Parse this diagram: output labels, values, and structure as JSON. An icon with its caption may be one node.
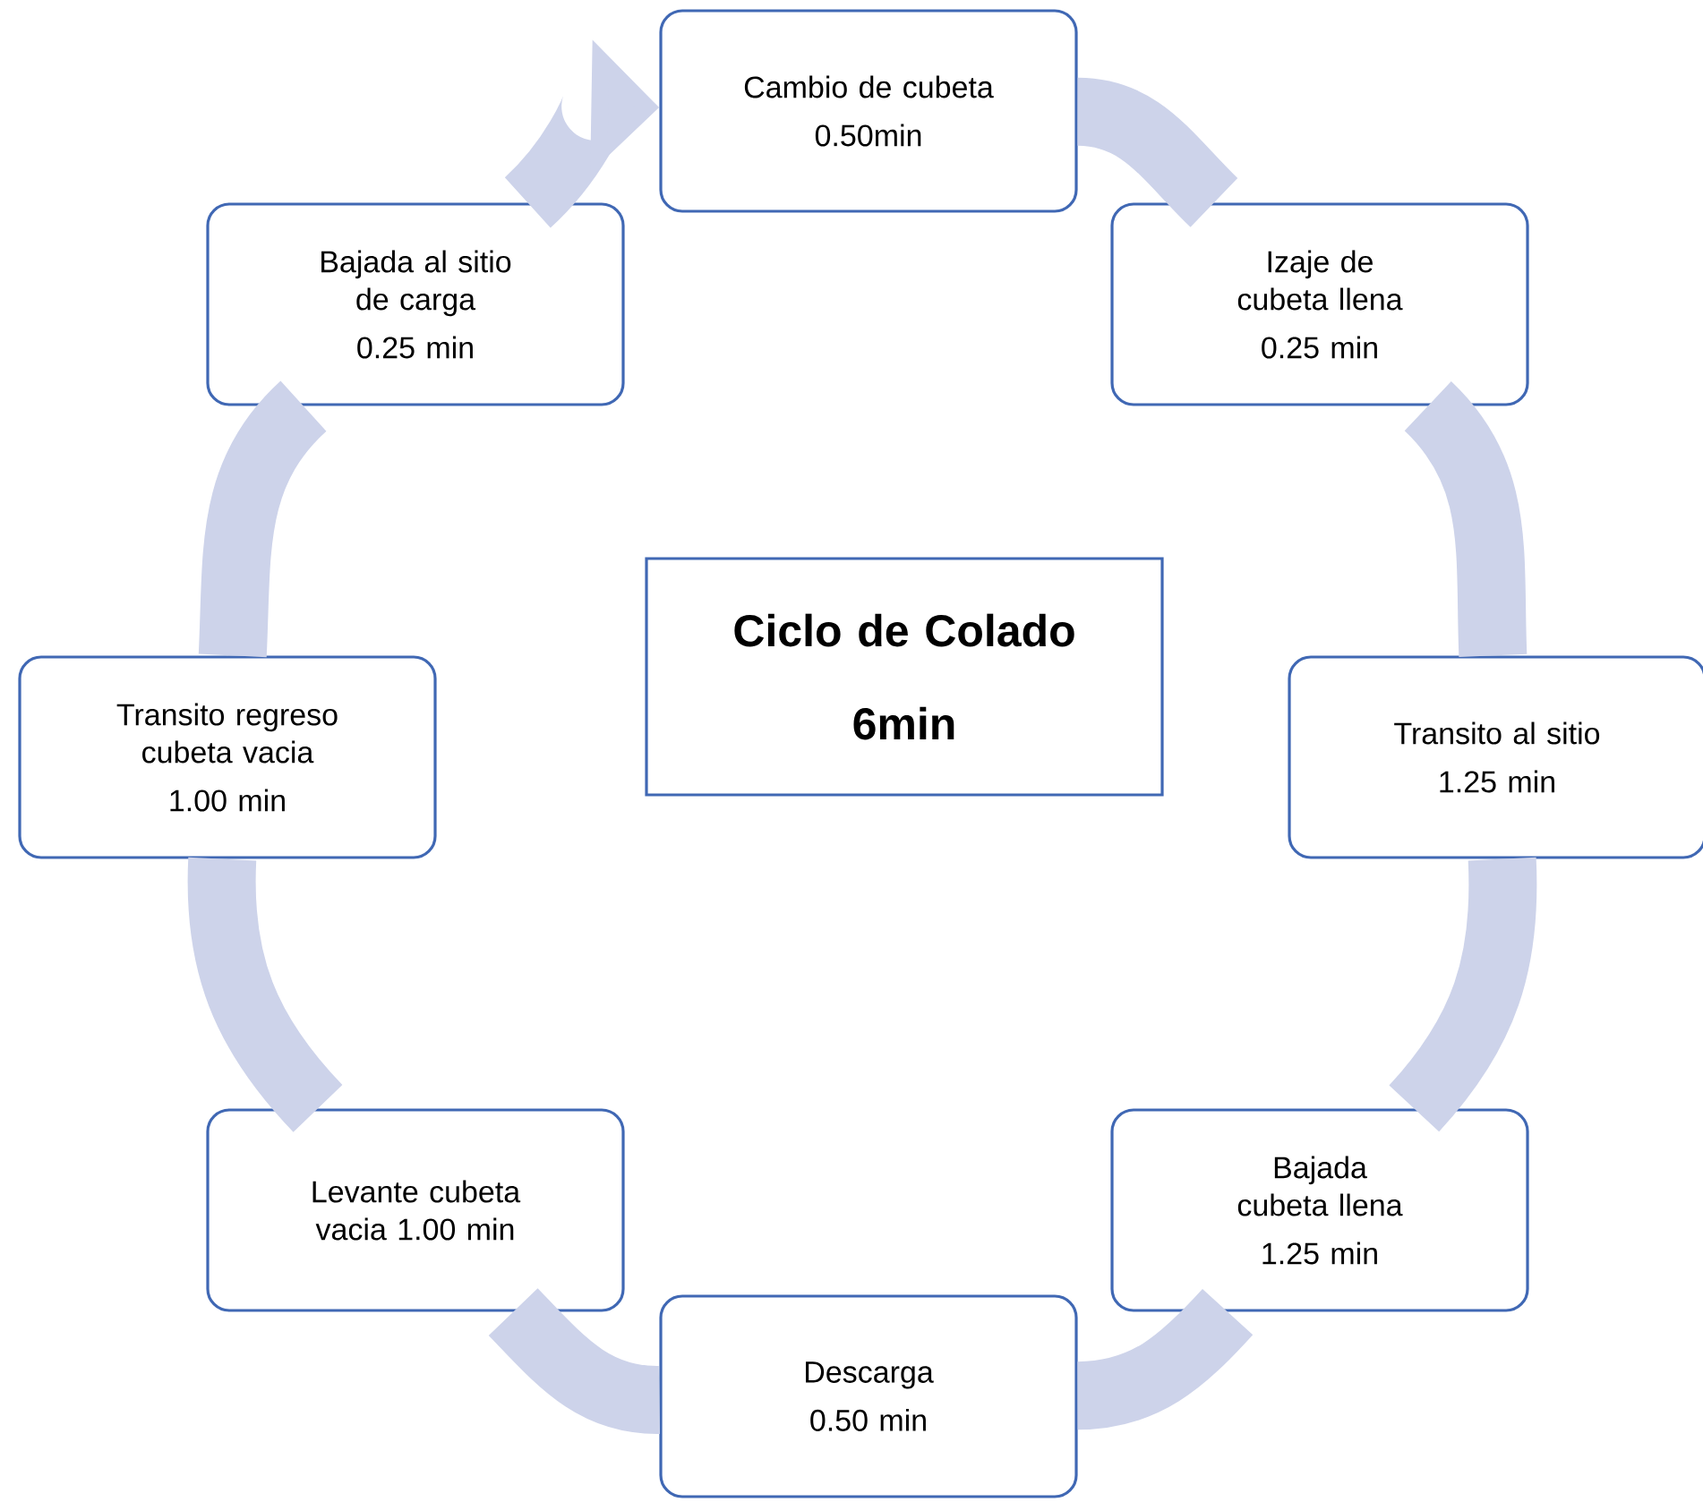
{
  "diagram": {
    "nodes": [
      {
        "text": [
          "Cambio de cubeta",
          "0.50min"
        ]
      },
      {
        "text": [
          "Izaje de cubeta llena",
          "0.25 min"
        ]
      },
      {
        "text": [
          "Transito al sitio",
          "1.25 min"
        ]
      },
      {
        "text": [
          "Bajada cubeta llena",
          "1.25 min"
        ]
      },
      {
        "text": [
          "Descarga",
          "0.50 min"
        ]
      },
      {
        "text": [
          "Levante cubeta vacia 1.00 min"
        ]
      },
      {
        "text": [
          "Transito regreso cubeta vacia",
          "1.00 min"
        ]
      },
      {
        "text": [
          "Bajada al sitio de carga",
          "0.25 min"
        ]
      },
      {
        "text": [
          "Ciclo de Colado",
          "6min"
        ]
      }
    ],
    "edges": [
      {
        "from": 0,
        "to": 1,
        "arrow": "none"
      },
      {
        "from": 1,
        "to": 2,
        "arrow": "none"
      },
      {
        "from": 2,
        "to": 3,
        "arrow": "none"
      },
      {
        "from": 3,
        "to": 4,
        "arrow": "none"
      },
      {
        "from": 4,
        "to": 5,
        "arrow": "none"
      },
      {
        "from": 5,
        "to": 6,
        "arrow": "none"
      },
      {
        "from": 6,
        "to": 7,
        "arrow": "none"
      },
      {
        "from": 7,
        "to": 0,
        "arrow": "to"
      }
    ]
  }
}
